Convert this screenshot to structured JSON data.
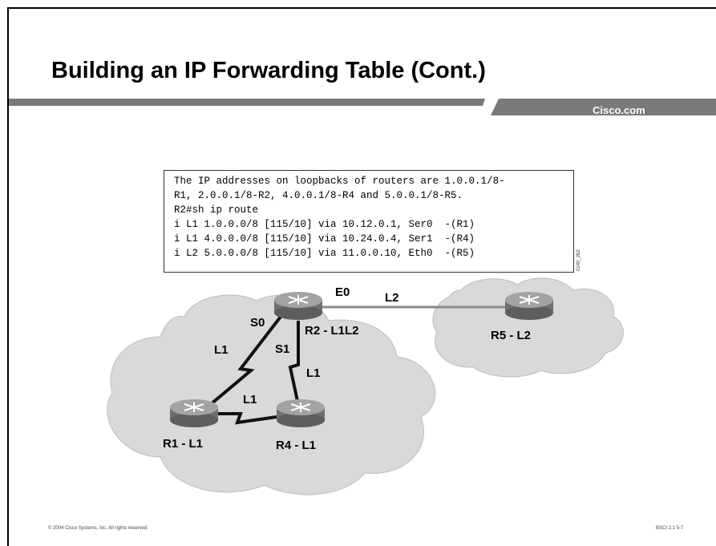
{
  "slide": {
    "title": "Building an IP Forwarding Table (Cont.)",
    "brand": "Cisco.com",
    "footer_left": "© 2004 Cisco Systems, Inc. All rights reserved.",
    "footer_right": "BSCI 2.1   5-7",
    "figure_code": "0140_262"
  },
  "code_box": {
    "lines": [
      "The IP addresses on loopbacks of routers are 1.0.0.1/8-",
      "R1, 2.0.0.1/8-R2, 4.0.0.1/8-R4 and 5.0.0.1/8-R5.",
      "R2#sh ip route",
      "i L1 1.0.0.0/8 [115/10] via 10.12.0.1, Ser0  -(R1)",
      "i L1 4.0.0.0/8 [115/10] via 10.24.0.4, Ser1  -(R4)",
      "i L2 5.0.0.0/8 [115/10] via 11.0.0.10, Eth0  -(R5)"
    ]
  },
  "diagram": {
    "routers": {
      "r2": "R2 - L1L2",
      "r5": "R5 - L2",
      "r1": "R1 - L1",
      "r4": "R4 - L1"
    },
    "interfaces": {
      "e0": "E0",
      "s0": "S0",
      "s1": "S1"
    },
    "links": {
      "r2_r5": "L2",
      "r2_r1": "L1",
      "r2_r4": "L1",
      "r1_r4": "L1"
    },
    "colors": {
      "router_body": "#8a8a8a",
      "cloud_fill": "#d9d9d9",
      "title_bar": "#7a7a7a"
    }
  }
}
